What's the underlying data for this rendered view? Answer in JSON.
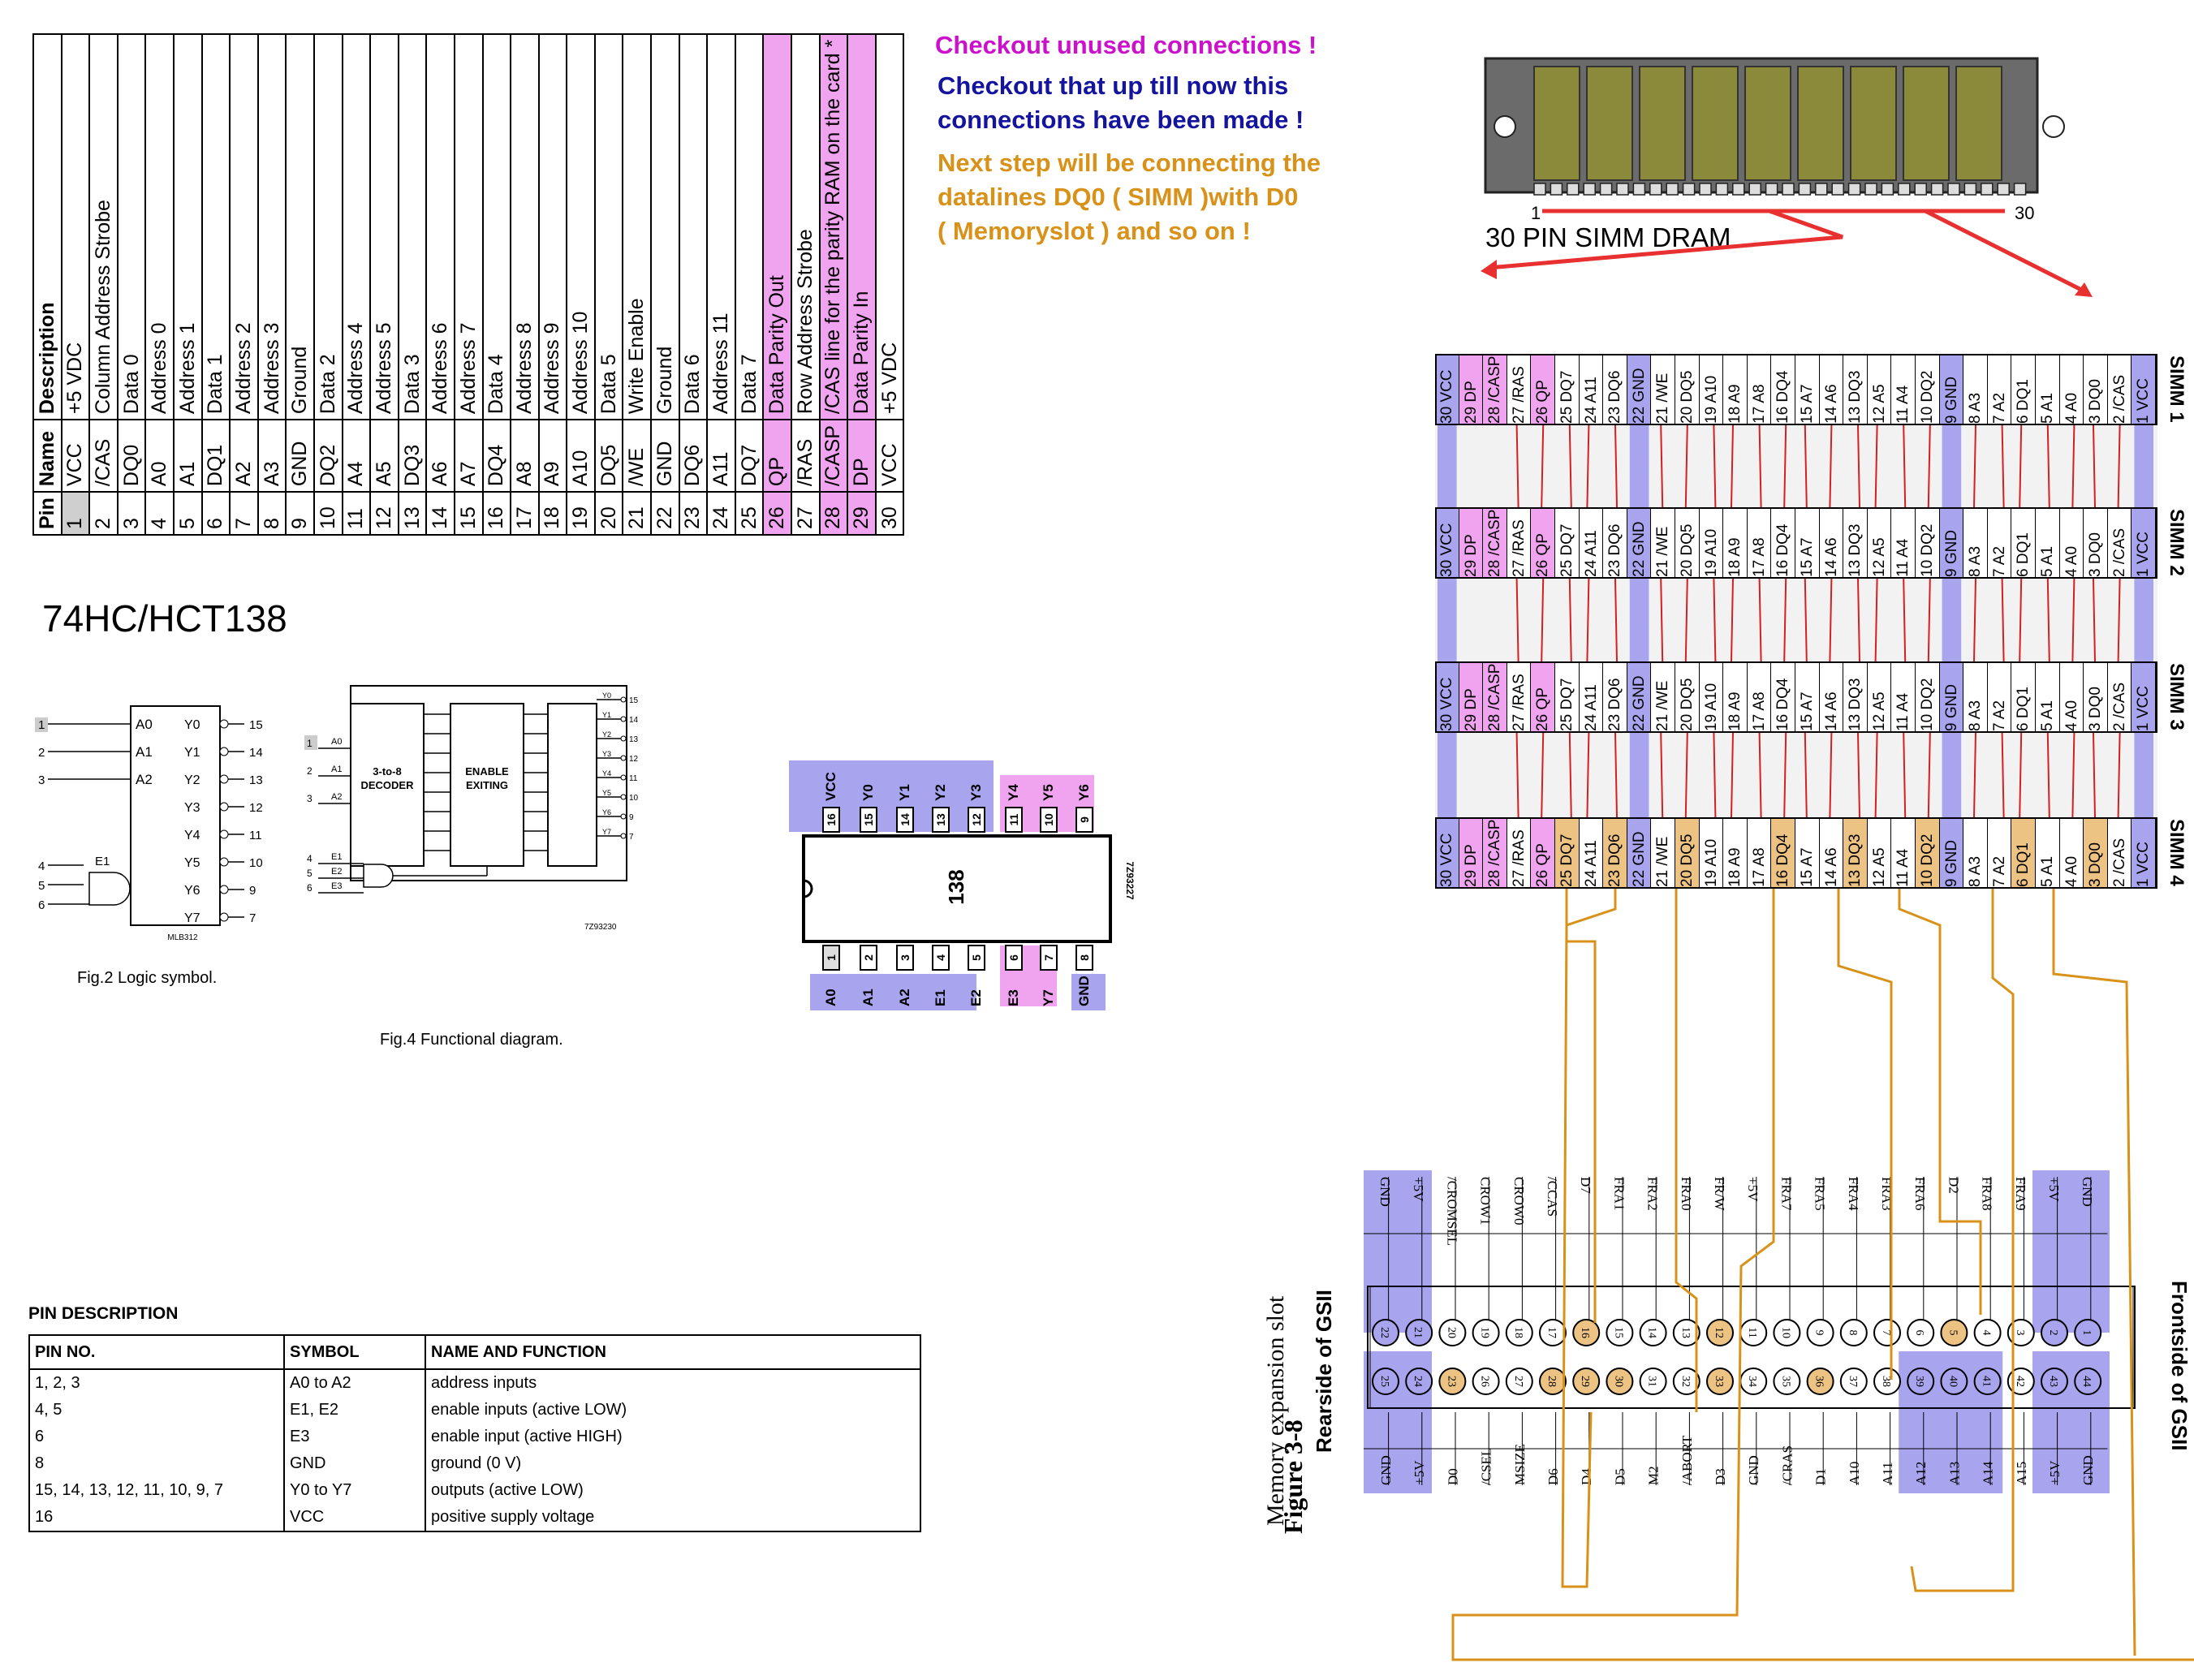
{
  "pin_table": {
    "headers": {
      "pin": "Pin",
      "name": "Name",
      "description": "Description"
    },
    "rows": [
      {
        "pin": "1",
        "name": "VCC",
        "desc": "+5 VDC",
        "hl": false,
        "gray": true
      },
      {
        "pin": "2",
        "name": "/CAS",
        "desc": "Column Address Strobe",
        "hl": false
      },
      {
        "pin": "3",
        "name": "DQ0",
        "desc": "Data 0",
        "hl": false
      },
      {
        "pin": "4",
        "name": "A0",
        "desc": "Address 0",
        "hl": false
      },
      {
        "pin": "5",
        "name": "A1",
        "desc": "Address 1",
        "hl": false
      },
      {
        "pin": "6",
        "name": "DQ1",
        "desc": "Data 1",
        "hl": false
      },
      {
        "pin": "7",
        "name": "A2",
        "desc": "Address 2",
        "hl": false
      },
      {
        "pin": "8",
        "name": "A3",
        "desc": "Address 3",
        "hl": false
      },
      {
        "pin": "9",
        "name": "GND",
        "desc": "Ground",
        "hl": false
      },
      {
        "pin": "10",
        "name": "DQ2",
        "desc": "Data 2",
        "hl": false
      },
      {
        "pin": "11",
        "name": "A4",
        "desc": "Address 4",
        "hl": false
      },
      {
        "pin": "12",
        "name": "A5",
        "desc": "Address 5",
        "hl": false
      },
      {
        "pin": "13",
        "name": "DQ3",
        "desc": "Data 3",
        "hl": false
      },
      {
        "pin": "14",
        "name": "A6",
        "desc": "Address 6",
        "hl": false
      },
      {
        "pin": "15",
        "name": "A7",
        "desc": "Address 7",
        "hl": false
      },
      {
        "pin": "16",
        "name": "DQ4",
        "desc": "Data 4",
        "hl": false
      },
      {
        "pin": "17",
        "name": "A8",
        "desc": "Address 8",
        "hl": false
      },
      {
        "pin": "18",
        "name": "A9",
        "desc": "Address 9",
        "hl": false
      },
      {
        "pin": "19",
        "name": "A10",
        "desc": "Address 10",
        "hl": false
      },
      {
        "pin": "20",
        "name": "DQ5",
        "desc": "Data 5",
        "hl": false
      },
      {
        "pin": "21",
        "name": "/WE",
        "desc": "Write Enable",
        "hl": false
      },
      {
        "pin": "22",
        "name": "GND",
        "desc": "Ground",
        "hl": false
      },
      {
        "pin": "23",
        "name": "DQ6",
        "desc": "Data 6",
        "hl": false
      },
      {
        "pin": "24",
        "name": "A11",
        "desc": "Address 11",
        "hl": false
      },
      {
        "pin": "25",
        "name": "DQ7",
        "desc": "Data 7",
        "hl": false
      },
      {
        "pin": "26",
        "name": "QP",
        "desc": "Data Parity Out",
        "hl": true
      },
      {
        "pin": "27",
        "name": "/RAS",
        "desc": "Row Address Strobe",
        "hl": false
      },
      {
        "pin": "28",
        "name": "/CASP",
        "desc": "/CAS line for the parity RAM on the card *",
        "hl": true
      },
      {
        "pin": "29",
        "name": "DP",
        "desc": "Data Parity In",
        "hl": true
      },
      {
        "pin": "30",
        "name": "VCC",
        "desc": "+5 VDC",
        "hl": false
      }
    ]
  },
  "notes": {
    "unused": "Checkout unused connections !",
    "made_1": "Checkout that up till now this",
    "made_2": "connections have been made !",
    "next_1": "Next step will be connecting the",
    "next_2": "datalines DQ0 ( SIMM )with D0",
    "next_3": "( Memoryslot ) and so on !",
    "colors": {
      "unused": "#cc11cc",
      "made": "#14149e",
      "next": "#d8921a"
    }
  },
  "simm_image": {
    "label": "30 PIN SIMM DRAM",
    "pin_first": "1",
    "pin_last": "30"
  },
  "chip": {
    "title": "74HC/HCT138",
    "logic": {
      "inputs": [
        "1",
        "2",
        "3"
      ],
      "input_labels": [
        "A0",
        "A1",
        "A2"
      ],
      "enables": [
        "4",
        "5",
        "6"
      ],
      "enable_labels": [
        "E1",
        "E2",
        "E3"
      ],
      "outputs": [
        "15",
        "14",
        "13",
        "12",
        "11",
        "10",
        "9",
        "7"
      ],
      "output_labels": [
        "Y0",
        "Y1",
        "Y2",
        "Y3",
        "Y4",
        "Y5",
        "Y6",
        "Y7"
      ],
      "code": "MLB312",
      "caption": "Fig.2  Logic symbol."
    },
    "functional": {
      "decoder": "3-to-8\nDECODER",
      "decoder_1": "3-to-8",
      "decoder_2": "DECODER",
      "exit_1": "ENABLE",
      "exit_2": "EXITING",
      "code": "7Z93230",
      "caption": "Fig.4  Functional diagram."
    },
    "package": {
      "label": "138",
      "code": "7Z93227",
      "top_pins": [
        "16",
        "15",
        "14",
        "13",
        "12",
        "11",
        "10",
        "9"
      ],
      "top_labels": [
        "VCC",
        "Y0",
        "Y1",
        "Y2",
        "Y3",
        "Y4",
        "Y5",
        "Y6"
      ],
      "bottom_pins": [
        "1",
        "2",
        "3",
        "4",
        "5",
        "6",
        "7",
        "8"
      ],
      "bottom_labels": [
        "A0",
        "A1",
        "A2",
        "E1",
        "E2",
        "E3",
        "Y7",
        "GND"
      ]
    }
  },
  "pin_description": {
    "title": "PIN DESCRIPTION",
    "headers": [
      "PIN NO.",
      "SYMBOL",
      "NAME AND FUNCTION"
    ],
    "rows": [
      [
        "1, 2, 3",
        "A0 to A2",
        "address inputs"
      ],
      [
        "4, 5",
        "E1, E2",
        "enable inputs (active LOW)"
      ],
      [
        "6",
        "E3",
        "enable input (active HIGH)"
      ],
      [
        "8",
        "GND",
        "ground (0 V)"
      ],
      [
        "15, 14, 13, 12, 11, 10, 9, 7",
        "Y0 to Y7",
        "outputs (active LOW)"
      ],
      [
        "16",
        "VCC",
        "positive supply voltage"
      ]
    ]
  },
  "simm_strips": {
    "labels": [
      "SIMM 1",
      "SIMM 2",
      "SIMM 3",
      "SIMM 4"
    ],
    "cells": [
      "30 VCC",
      "29 DP",
      "28 /CASP",
      "27 /RAS",
      "26 QP",
      "25 DQ7",
      "24 A11",
      "23 DQ6",
      "22 GND",
      "21 /WE",
      "20 DQ5",
      "19 A10",
      "18 A9",
      "17 A8",
      "16 DQ4",
      "15 A7",
      "14 A6",
      "13 DQ3",
      "12 A5",
      "11 A4",
      "10 DQ2",
      "9 GND",
      "8 A3",
      "7 A2",
      "6 DQ1",
      "5 A1",
      "4 A0",
      "3 DQ0",
      "2 /CAS",
      "1 VCC"
    ]
  },
  "slot": {
    "title": "Memory expansion slot",
    "figure": "Figure 3-8",
    "rear": "Rearside of GSII",
    "front": "Frontside of GSII",
    "top_labels": [
      "GND",
      "+5V",
      "/CROMSEL",
      "CROW1",
      "CROW0",
      "/CCAS",
      "D7",
      "FRA1",
      "FRA2",
      "FRA0",
      "FR/W",
      "+5V",
      "FRA7",
      "FRA5",
      "FRA4",
      "FRA3",
      "FRA6",
      "D2",
      "FRA8",
      "FRA9",
      "+5V",
      "GND"
    ],
    "top_pins": [
      "22",
      "21",
      "20",
      "19",
      "18",
      "17",
      "16",
      "15",
      "14",
      "13",
      "12",
      "11",
      "10",
      "9",
      "8",
      "7",
      "6",
      "5",
      "4",
      "3",
      "2",
      "1"
    ],
    "bottom_pins": [
      "25",
      "24",
      "23",
      "26",
      "27",
      "28",
      "29",
      "30",
      "31",
      "32",
      "33",
      "34",
      "35",
      "36",
      "37",
      "38",
      "39",
      "40",
      "41",
      "42",
      "43",
      "44"
    ],
    "bottom_labels": [
      "GND",
      "+5V",
      "D0",
      "/CSEL",
      "MSIZE",
      "D6",
      "D4",
      "D5",
      "M2",
      "/ABORT",
      "D3",
      "GND",
      "/CRAS",
      "D1",
      "A10",
      "A11",
      "A12",
      "A13",
      "A14",
      "A15",
      "+5V",
      "GND"
    ]
  }
}
